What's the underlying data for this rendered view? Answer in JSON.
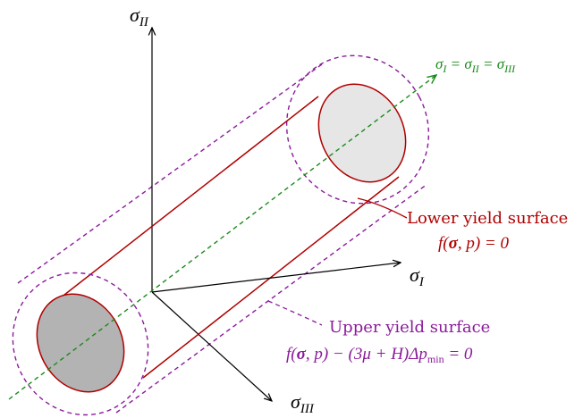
{
  "colors": {
    "axis": "#000000",
    "inner_surface": "#b00000",
    "outer_surface": "#8b1a9b",
    "hydrostatic_axis": "#1a8a1a",
    "near_cap_fill": "#b3b3b3",
    "far_cap_fill": "#e6e6e6"
  },
  "axes": {
    "sigma_I": {
      "symbol": "σ",
      "subscript": "I"
    },
    "sigma_II": {
      "symbol": "σ",
      "subscript": "II"
    },
    "sigma_III": {
      "symbol": "σ",
      "subscript": "III"
    }
  },
  "hydrostatic_axis": {
    "label": "σ_I = σ_II = σ_III"
  },
  "lower_surface": {
    "name": "Lower yield surface",
    "equation": "f(σ, p) = 0"
  },
  "upper_surface": {
    "name": "Upper yield surface",
    "equation": "f(σ, p) − (3μ + H)Δp_min = 0"
  }
}
